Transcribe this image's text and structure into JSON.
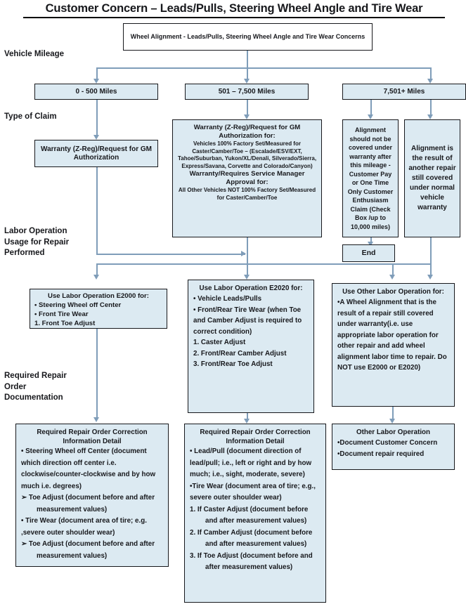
{
  "title": "Customer Concern – Leads/Pulls, Steering Wheel Angle and Tire Wear",
  "lanes": [
    {
      "id": "vehicle-mileage",
      "label": "Vehicle\nMileage"
    },
    {
      "id": "type-of-claim",
      "label": "Type of\nClaim"
    },
    {
      "id": "labor-operation",
      "label": "Labor\nOperation\nUsage for\nRepair\nPerformed"
    },
    {
      "id": "required-documentation",
      "label": "Required\nRepair\nOrder\nDocumentation"
    }
  ],
  "lane_labels": {
    "vehicle_mileage": "Vehicle Mileage",
    "type_of_claim": "Type of Claim",
    "labor_operation": "Labor Operation Usage for Repair Performed",
    "required_documentation": "Required Repair Order Documentation"
  },
  "start": {
    "text": "Wheel Alignment - Leads/Pulls, Steering Wheel Angle and Tire Wear Concerns"
  },
  "mileage": {
    "low": "0 - 500 Miles",
    "mid": "501 – 7,500 Miles",
    "high": "7,501+ Miles"
  },
  "claim": {
    "low": "Warranty (Z-Reg)/Request for GM  Authorization",
    "mid": {
      "bullet1": "Warranty (Z-Reg)/Request for GM Authorization for:",
      "detail1": "Vehicles 100% Factory Set/Measured for Caster/Camber/Toe – (Escalade/ESV/EXT, Tahoe/Suburban, Yukon/XL/Denali, Silverado/Sierra, Express/Savana,  Corvette and Colorado/Canyon)",
      "bullet2": "Warranty/Requires Service Manager Approval for:",
      "detail2": "All Other Vehicles NOT 100% Factory Set/Measured for Caster/Camber/Toe"
    },
    "high_a": "Alignment should not be covered under warranty after this mileage - Customer Pay or  One Time Only Customer Enthusiasm Claim (Check Box /up to 10,000 miles)",
    "high_b": "Alignment is the result of another repair still covered under normal vehicle warranty",
    "end": "End"
  },
  "labor": {
    "e2000": {
      "header": "Use Labor Operation E2000 for:",
      "items": [
        "• Steering Wheel off Center",
        "• Front Tire Wear",
        "1.    Front Toe Adjust"
      ]
    },
    "e2020": {
      "header": "Use Labor Operation E2020 for:",
      "items": [
        "• Vehicle Leads/Pulls",
        "• Front/Rear Tire Wear (when Toe and Camber Adjust is required to correct condition)",
        "1.   Caster Adjust",
        "2.   Front/Rear Camber Adjust",
        "3.   Front/Rear Toe Adjust"
      ]
    },
    "other": {
      "header": "Use Other Labor Operation for:",
      "items": [
        "•A Wheel Alignment that is the result of a repair still covered under warranty(i.e. use appropriate labor operation for other repair and add wheel alignment labor time to repair. Do NOT use E2000 or E2020)"
      ]
    }
  },
  "documentation": {
    "left": {
      "header": "Required Repair Order Correction Information Detail",
      "items": [
        "•  Steering Wheel off Center (document which direction off center i.e. clockwise/counter-clockwise and by how much i.e. degrees)",
        "➢    Toe Adjust (document before and after measurement values)",
        "• Tire Wear (document area of tire; e.g. ,severe outer shoulder wear)",
        "➢    Toe Adjust (document before and after measurement values)"
      ]
    },
    "middle": {
      "header": "Required Repair Order Correction Information Detail",
      "items": [
        "• Lead/Pull (document direction of lead/pull; i.e., left or right and by how much; i.e., sight, moderate, severe)",
        "•Tire Wear (document area of tire; e.g., severe outer shoulder wear)",
        "1.    If Caster Adjust (document before and after measurement values)",
        "2.    If Camber Adjust (document before and after measurement values)",
        "3.    If Toe Adjust (document before and after measurement values)"
      ]
    },
    "right": {
      "header": "Other Labor Operation",
      "items": [
        "•Document Customer Concern",
        "•Document repair required"
      ]
    }
  },
  "colors": {
    "node_fill": "#dceaf2",
    "node_border": "#17181c",
    "connector": "#7f9db9",
    "text": "#17181c"
  }
}
